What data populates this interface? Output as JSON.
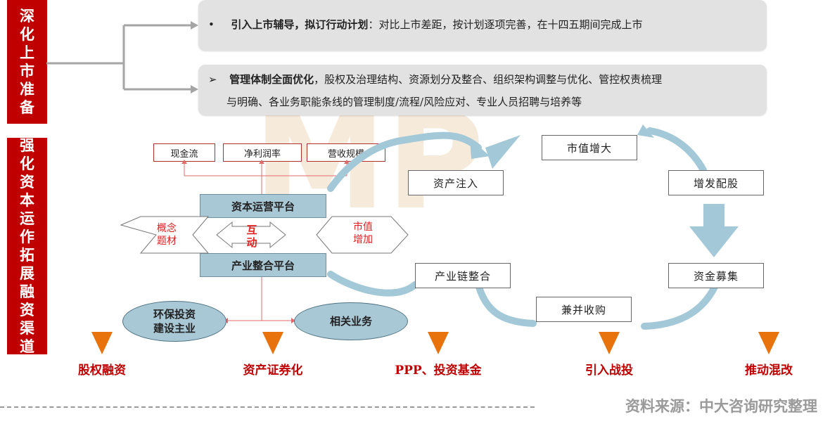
{
  "left_labels": {
    "top": [
      "深",
      "化",
      "上",
      "市",
      "准",
      "备"
    ],
    "bottom": [
      "强",
      "化",
      "资",
      "本",
      "运",
      "作",
      "拓",
      "展",
      "融",
      "资",
      "渠",
      "道"
    ]
  },
  "panels": {
    "first": {
      "bullet": "•",
      "bold": "引入上市辅导，拟订行动计划",
      "text": "：对比上市差距，按计划逐项完善，在十四五期间完成上市"
    },
    "second": {
      "bullet": "➢",
      "bold": "管理体制全面优化",
      "line1": "，股权及治理结构、资源划分及整合、组织架构调整与优化、管控权责梳理",
      "line2": "与明确、各业务职能条线的管理制度/流程/风险应对、专业人员招聘与培养等"
    }
  },
  "metrics": [
    "现金流",
    "净利润率",
    "营收规模"
  ],
  "platforms": {
    "capital": "资本运营平台",
    "industry": "产业整合平台"
  },
  "arrow_labels": {
    "left": [
      "概念",
      "题材"
    ],
    "middle": [
      "互",
      "动"
    ],
    "right": [
      "市值",
      "增加"
    ]
  },
  "ellipses": {
    "left": [
      "环保投资",
      "建设主业"
    ],
    "right": "相关业务"
  },
  "cycle": {
    "asset_injection": "资产注入",
    "market_cap": "市值增大",
    "issuance": "增发配股",
    "fundraising": "资金募集",
    "mna": "兼并收购",
    "chain": "产业链整合"
  },
  "bottom_labels": [
    "股权融资",
    "资产证券化",
    "PPP、投资基金",
    "引入战投",
    "推动混改"
  ],
  "watermark": "MP",
  "source": "资料来源：中大咨询研究整理",
  "colors": {
    "accent_red": "#c00000",
    "platform_blue": "#a9c8d6",
    "cycle_blue": "#a3c8d8",
    "triangle_orange": "#e8720c",
    "panel_grey": "#e2e2e2"
  }
}
